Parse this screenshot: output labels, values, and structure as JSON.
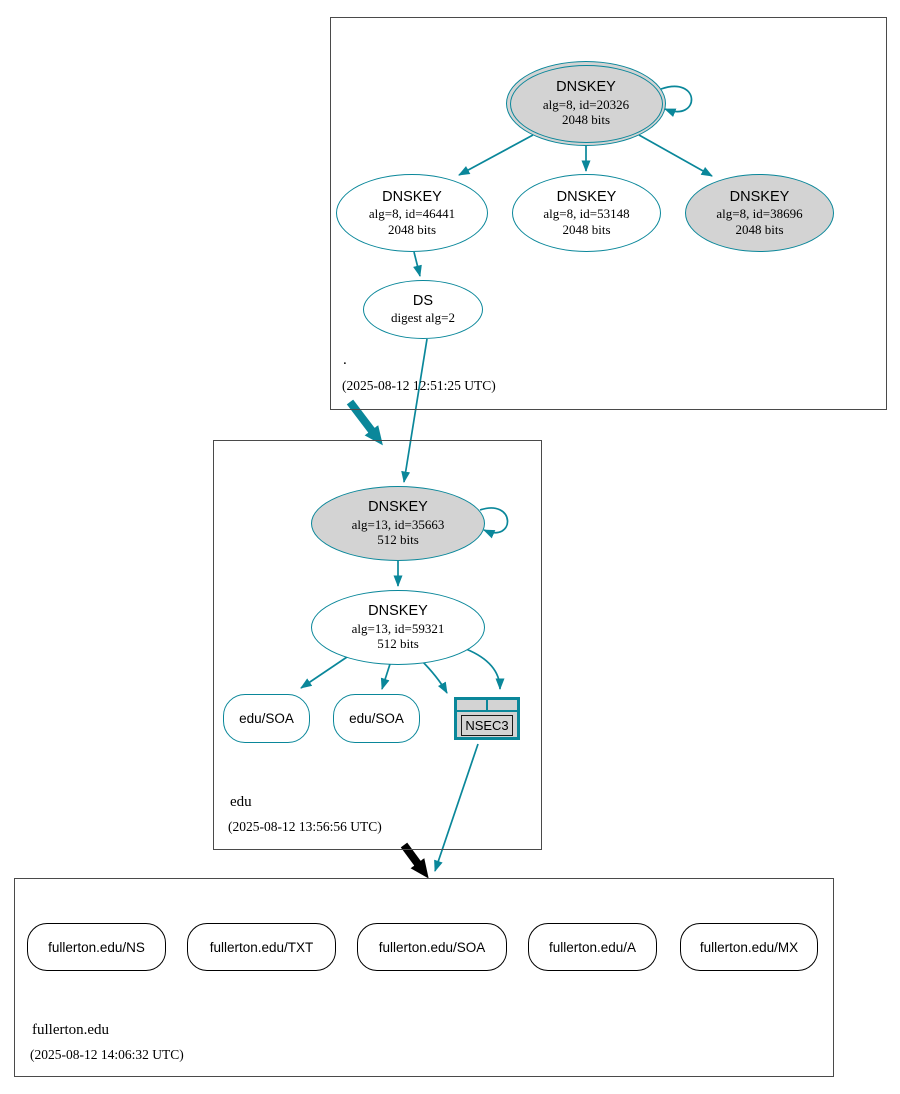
{
  "colors": {
    "secure_edge_teal": "#0a879a",
    "shaded_node_fill": "#d3d3d3",
    "insecure_delegation_black": "#000000",
    "zone_border_gray": "#4a4a4a"
  },
  "zones": {
    "root": {
      "label": ".",
      "timestamp": "(2025-08-12 12:51:25 UTC)",
      "nodes": {
        "ksk": {
          "title": "DNSKEY",
          "detail1": "alg=8, id=20326",
          "detail2": "2048 bits"
        },
        "zsk_46441": {
          "title": "DNSKEY",
          "detail1": "alg=8, id=46441",
          "detail2": "2048 bits"
        },
        "zsk_53148": {
          "title": "DNSKEY",
          "detail1": "alg=8, id=53148",
          "detail2": "2048 bits"
        },
        "zsk_38696": {
          "title": "DNSKEY",
          "detail1": "alg=8, id=38696",
          "detail2": "2048 bits"
        },
        "ds": {
          "title": "DS",
          "detail1": "digest alg=2"
        }
      }
    },
    "edu": {
      "label": "edu",
      "timestamp": "(2025-08-12 13:56:56 UTC)",
      "nodes": {
        "ksk": {
          "title": "DNSKEY",
          "detail1": "alg=13, id=35663",
          "detail2": "512 bits"
        },
        "zsk": {
          "title": "DNSKEY",
          "detail1": "alg=13, id=59321",
          "detail2": "512 bits"
        },
        "soa_left": {
          "label": "edu/SOA"
        },
        "soa_right": {
          "label": "edu/SOA"
        },
        "nsec3": {
          "label": "NSEC3"
        }
      }
    },
    "fullerton": {
      "label": "fullerton.edu",
      "timestamp": "(2025-08-12 14:06:32 UTC)",
      "rrsets": [
        {
          "label": "fullerton.edu/NS"
        },
        {
          "label": "fullerton.edu/TXT"
        },
        {
          "label": "fullerton.edu/SOA"
        },
        {
          "label": "fullerton.edu/A"
        },
        {
          "label": "fullerton.edu/MX"
        }
      ]
    }
  }
}
